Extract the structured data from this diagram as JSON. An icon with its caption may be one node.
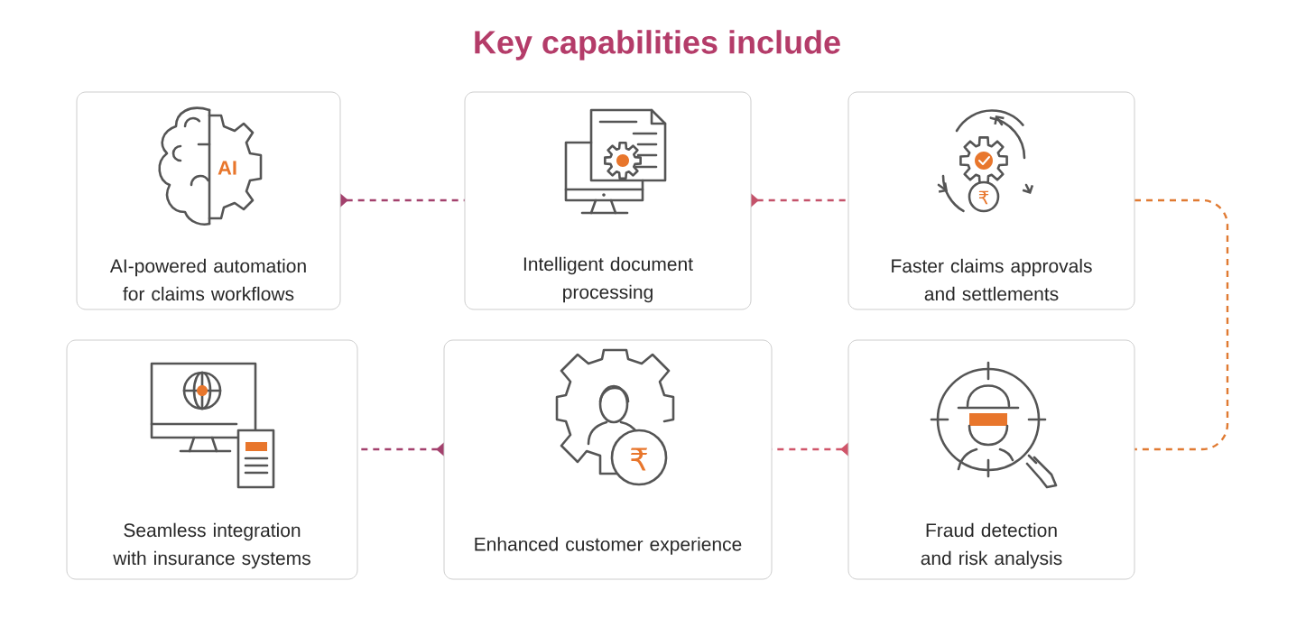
{
  "diagram": {
    "title": "Key capabilities include",
    "nodes": [
      {
        "text": [
          "AI-powered automation for claims workflows"
        ]
      },
      {
        "text": [
          "Intelligent document processing"
        ]
      },
      {
        "text": [
          "Faster claims approvals and settlements"
        ]
      },
      {
        "text": [
          "Seamless integration with insurance systems"
        ]
      },
      {
        "text": [
          "Enhanced customer experience"
        ]
      },
      {
        "text": [
          "Fraud detection and risk analysis"
        ]
      }
    ],
    "edges": [
      {
        "from": 0,
        "to": 1,
        "arrow": "to",
        "style": "dashed",
        "color": "#a3416d"
      },
      {
        "from": 1,
        "to": 2,
        "arrow": "to",
        "style": "dashed",
        "color": "#c4526a"
      },
      {
        "from": 2,
        "to": 5,
        "arrow": "none",
        "style": "dashed",
        "color": "#e07a32"
      },
      {
        "from": 5,
        "to": 4,
        "arrow": "to",
        "style": "dashed",
        "color": "#d0556a"
      },
      {
        "from": 4,
        "to": 3,
        "arrow": "to",
        "style": "dashed",
        "color": "#a3416d"
      }
    ],
    "labels": [
      "AI",
      "₹",
      "₹"
    ]
  }
}
